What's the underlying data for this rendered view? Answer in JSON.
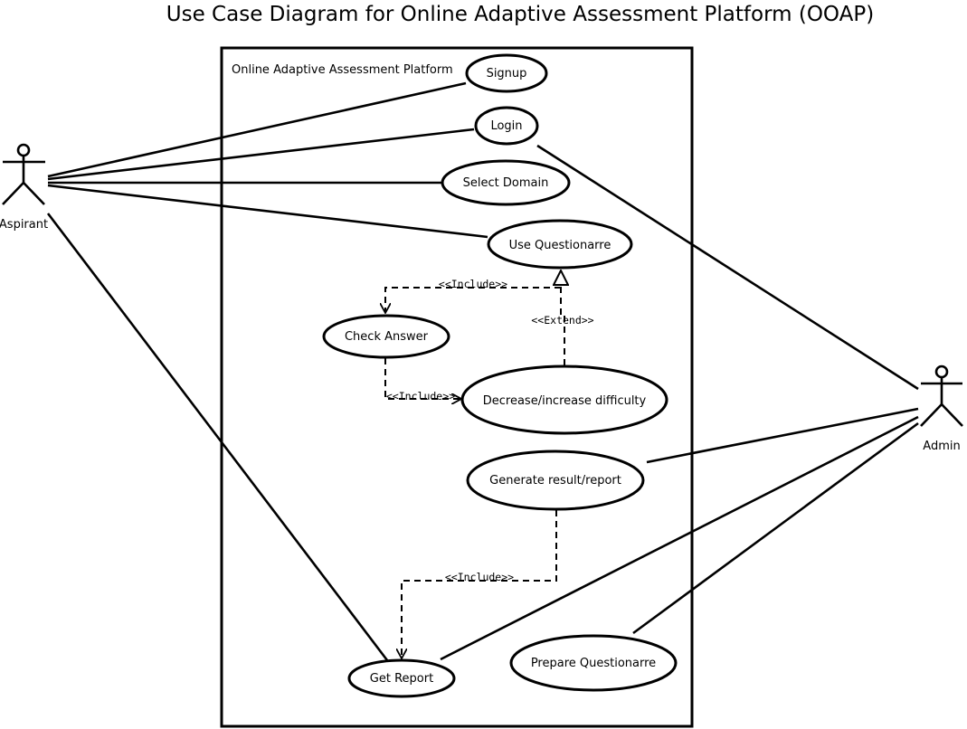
{
  "diagram": {
    "title": "Use Case Diagram for Online Adaptive Assessment Platform (OOAP)",
    "system_boundary_label": "Online Adaptive Assessment Platform",
    "actors": {
      "aspirant": "Aspirant",
      "admin": "Admin"
    },
    "use_cases": {
      "signup": "Signup",
      "login": "Login",
      "select_domain": "Select Domain",
      "use_questionnaire": "Use Questionarre",
      "check_answer": "Check Answer",
      "difficulty": "Decrease/increase difficulty",
      "generate_report": "Generate result/report",
      "get_report": "Get Report",
      "prepare_questionnaire": "Prepare Questionarre"
    },
    "relations": {
      "include_1": "<<Include>>",
      "extend_1": "<<Extend>>",
      "include_2": "<<Include>>",
      "include_3": "<<Include>>"
    }
  }
}
